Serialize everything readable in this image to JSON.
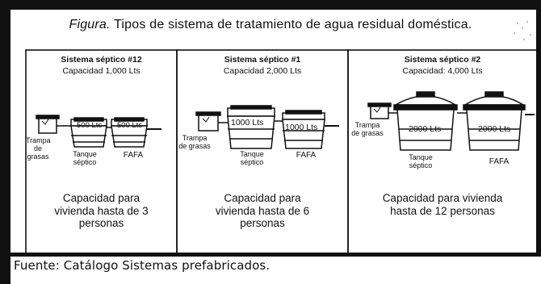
{
  "figure": {
    "title_lead": "Figura.",
    "title_rest": "Tipos de sistema de tratamiento de agua residual doméstica."
  },
  "systems": [
    {
      "title": "Sistema séptico #12",
      "capacity": "Capacidad 1,000 Lts",
      "trap_label": "Trampa de grasas",
      "tank1_volume": "500 Lts",
      "tank2_volume": "500 Lts",
      "tank1_label": "Tanque séptico",
      "tank2_label": "FAFA",
      "description": "Capacidad para vivienda hasta de 3 personas"
    },
    {
      "title": "Sistema séptico #1",
      "capacity": "Capacidad 2,000 Lts",
      "trap_label": "Trampa de grasas",
      "tank1_volume": "1000 Lts",
      "tank2_volume": "1000 Lts",
      "tank1_label": "Tanque séptico",
      "tank2_label": "FAFA",
      "description": "Capacidad para vivienda hasta de 6 personas"
    },
    {
      "title": "Sistema séptico #2",
      "capacity": "Capacidad: 4,000 Lts",
      "trap_label": "Trampa de grasas",
      "tank1_volume": "2000 Lts",
      "tank2_volume": "2000 Lts",
      "tank1_label": "Tanque séptico",
      "tank2_label": "FAFA",
      "description": "Capacidad para vivienda hasta de 12 personas"
    }
  ],
  "source": "Fuente: Catálogo Sistemas prefabricados."
}
